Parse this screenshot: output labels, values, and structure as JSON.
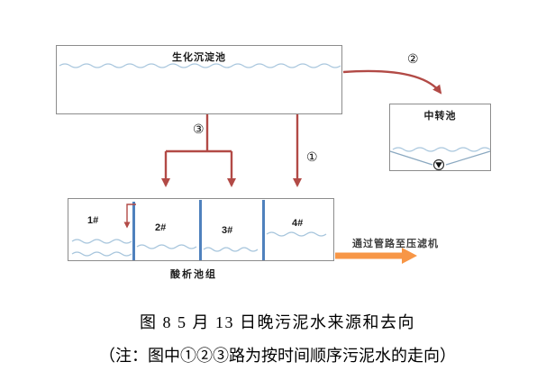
{
  "diagram": {
    "top_tank_label": "生化沉淀池",
    "transfer_tank_label": "中转池",
    "tanks": [
      {
        "label": "1#"
      },
      {
        "label": "2#"
      },
      {
        "label": "3#"
      },
      {
        "label": "4#"
      }
    ],
    "group_label": "酸析池组",
    "pipe_label": "通过管路至压滤机",
    "route_markers": {
      "one": "①",
      "two": "②",
      "three": "③"
    }
  },
  "caption": "图 8  5 月 13 日晚污泥水来源和去向",
  "note": "（注：图中①②③路为按时间顺序污泥水的走向）",
  "colors": {
    "arrow_red": "#b24a46",
    "pipe_orange": "#f79646",
    "divider_blue": "#4f81bd",
    "wave_blue": "#a8c6dd"
  }
}
